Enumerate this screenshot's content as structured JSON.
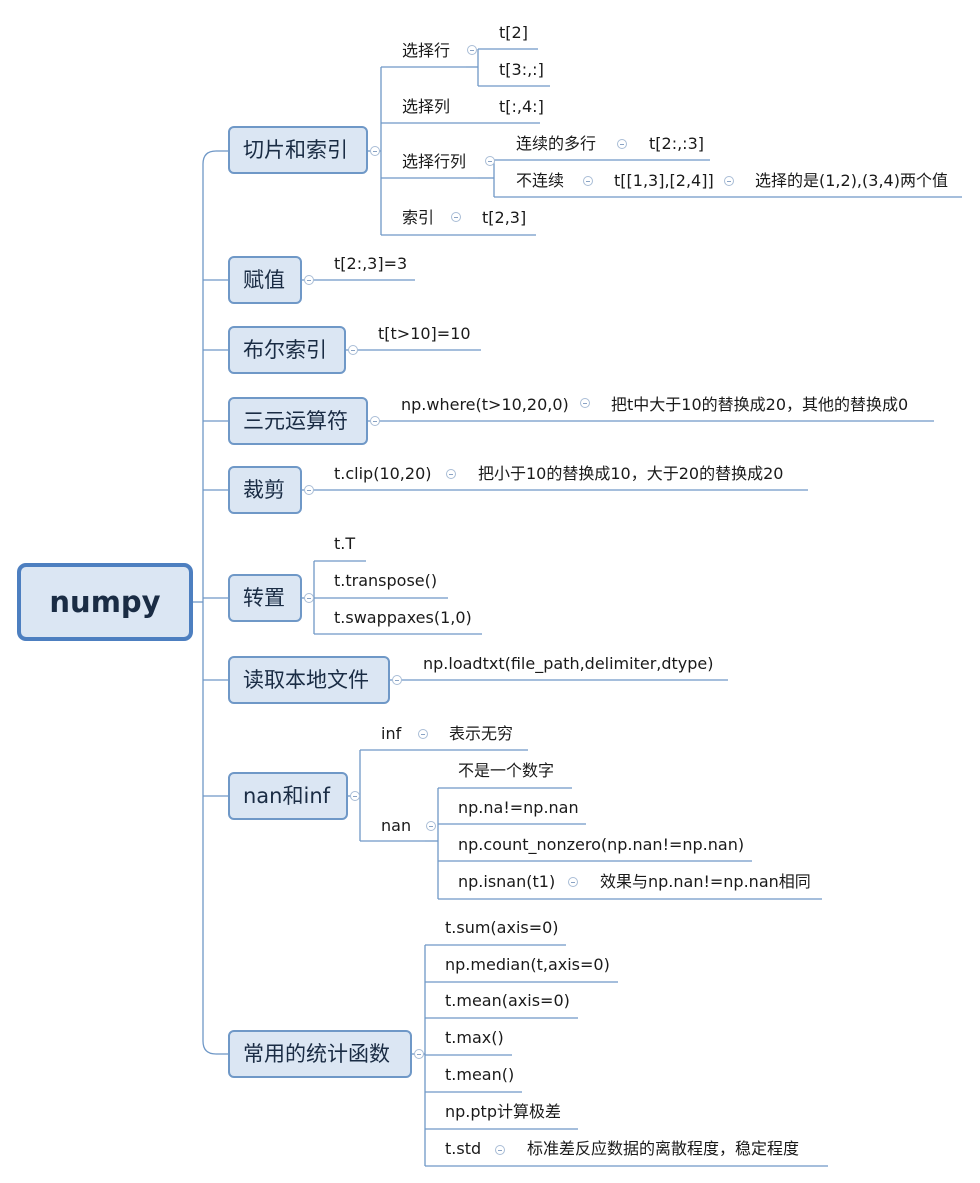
{
  "root": "numpy",
  "branches": {
    "slicing": {
      "label": "切片和索引",
      "select_row": "选择行",
      "row_ex1": "t[2]",
      "row_ex2": "t[3:,:]",
      "select_col": "选择列",
      "col_ex": "t[:,4:]",
      "select_row_col": "选择行列",
      "contiguous": "连续的多行",
      "contiguous_ex": "t[2:,:3]",
      "noncontiguous": "不连续",
      "noncontiguous_ex": "t[[1,3],[2,4]]",
      "noncontiguous_note": "选择的是(1,2),(3,4)两个值",
      "index": "索引",
      "index_ex": "t[2,3]"
    },
    "assign": {
      "label": "赋值",
      "ex": "t[2:,3]=3"
    },
    "bool_index": {
      "label": "布尔索引",
      "ex": "t[t>10]=10"
    },
    "ternary": {
      "label": "三元运算符",
      "ex": "np.where(t>10,20,0)",
      "note": "把t中大于10的替换成20，其他的替换成0"
    },
    "clip": {
      "label": "裁剪",
      "ex": "t.clip(10,20)",
      "note": "把小于10的替换成10，大于20的替换成20"
    },
    "transpose": {
      "label": "转置",
      "ex1": "t.T",
      "ex2": "t.transpose()",
      "ex3": "t.swappaxes(1,0)"
    },
    "read_file": {
      "label": "读取本地文件",
      "ex": "np.loadtxt(file_path,delimiter,dtype)"
    },
    "nan_inf": {
      "label": "nan和inf",
      "inf": "inf",
      "inf_note": "表示无穷",
      "nan": "nan",
      "nan_1": "不是一个数字",
      "nan_2": "np.na!=np.nan",
      "nan_3": "np.count_nonzero(np.nan!=np.nan)",
      "nan_4": "np.isnan(t1)",
      "nan_4_note": "效果与np.nan!=np.nan相同"
    },
    "stats": {
      "label": "常用的统计函数",
      "s1": "t.sum(axis=0)",
      "s2": "np.median(t,axis=0)",
      "s3": "t.mean(axis=0)",
      "s4": "t.max()",
      "s5": "t.mean()",
      "s6": "np.ptp计算极差",
      "s7": "t.std",
      "s7_note": "标准差反应数据的离散程度，稳定程度"
    }
  }
}
